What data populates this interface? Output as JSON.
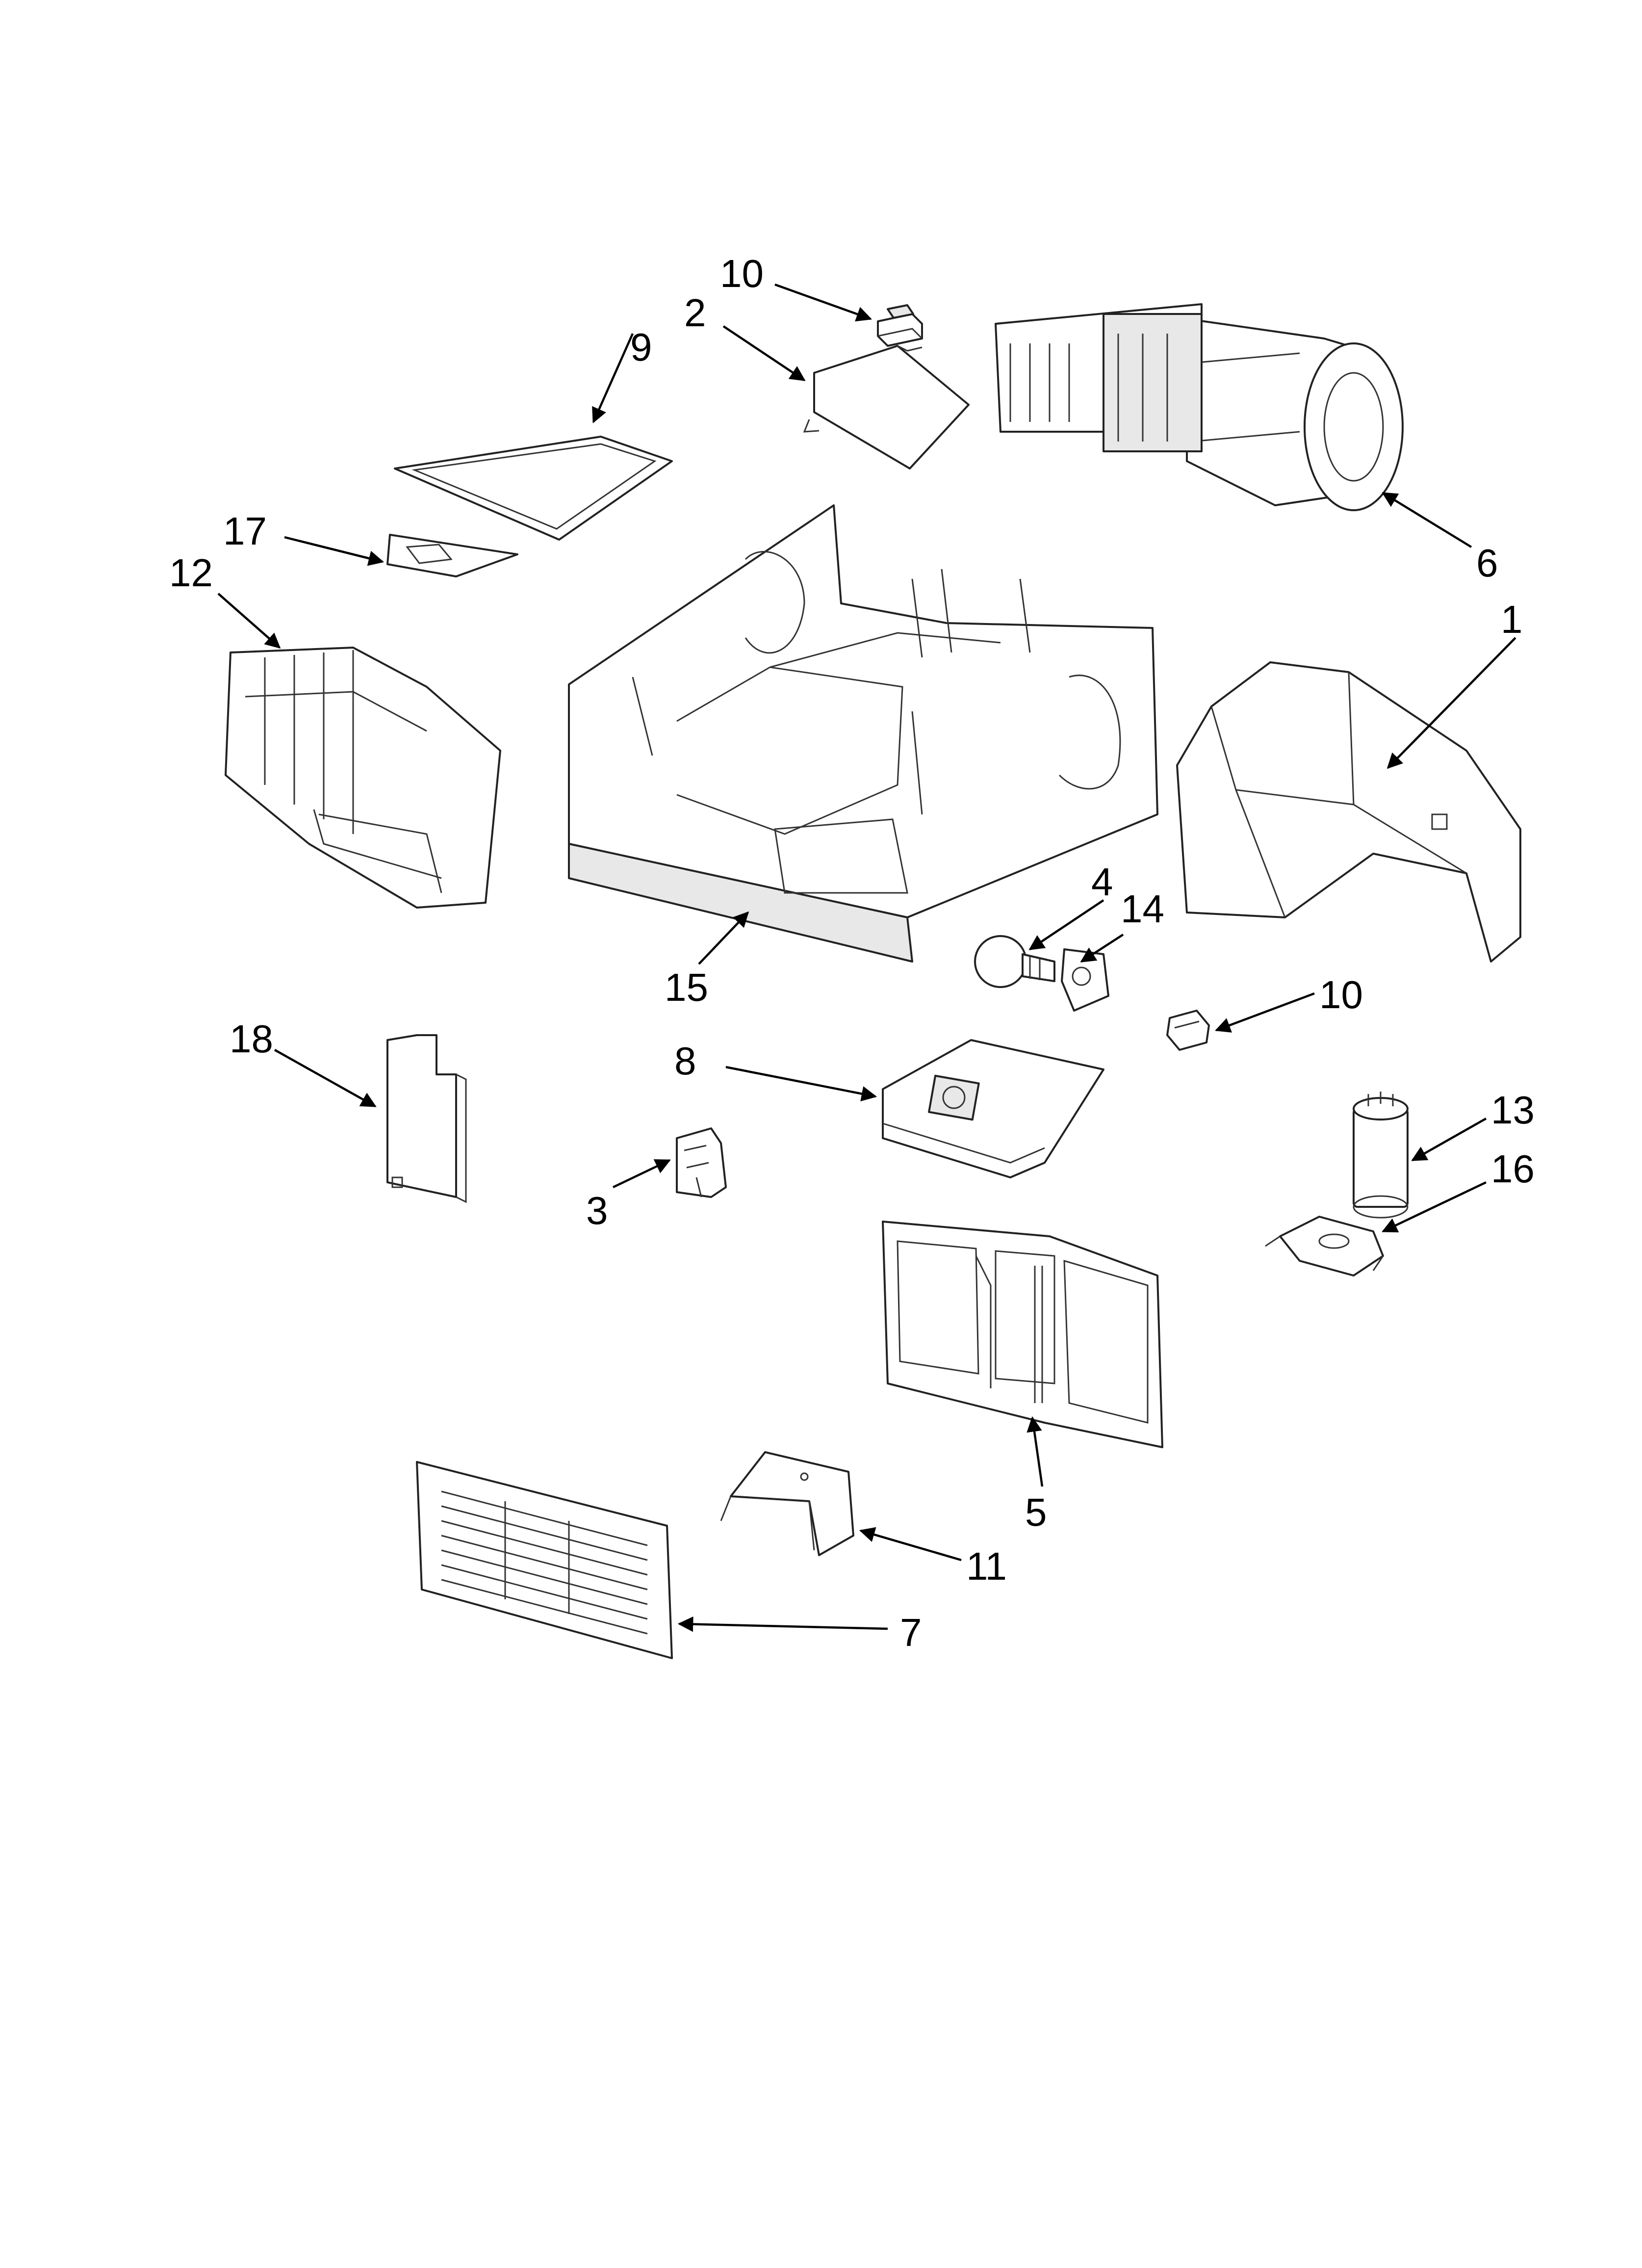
{
  "diagram": {
    "callouts": [
      {
        "id": "c10a",
        "label": "10"
      },
      {
        "id": "c2",
        "label": "2"
      },
      {
        "id": "c9",
        "label": "9"
      },
      {
        "id": "c17",
        "label": "17"
      },
      {
        "id": "c12",
        "label": "12"
      },
      {
        "id": "c6",
        "label": "6"
      },
      {
        "id": "c1",
        "label": "1"
      },
      {
        "id": "c15",
        "label": "15"
      },
      {
        "id": "c4",
        "label": "4"
      },
      {
        "id": "c14",
        "label": "14"
      },
      {
        "id": "c10b",
        "label": "10"
      },
      {
        "id": "c18",
        "label": "18"
      },
      {
        "id": "c8",
        "label": "8"
      },
      {
        "id": "c13",
        "label": "13"
      },
      {
        "id": "c16",
        "label": "16"
      },
      {
        "id": "c3",
        "label": "3"
      },
      {
        "id": "c5",
        "label": "5"
      },
      {
        "id": "c11",
        "label": "11"
      },
      {
        "id": "c7",
        "label": "7"
      }
    ]
  }
}
